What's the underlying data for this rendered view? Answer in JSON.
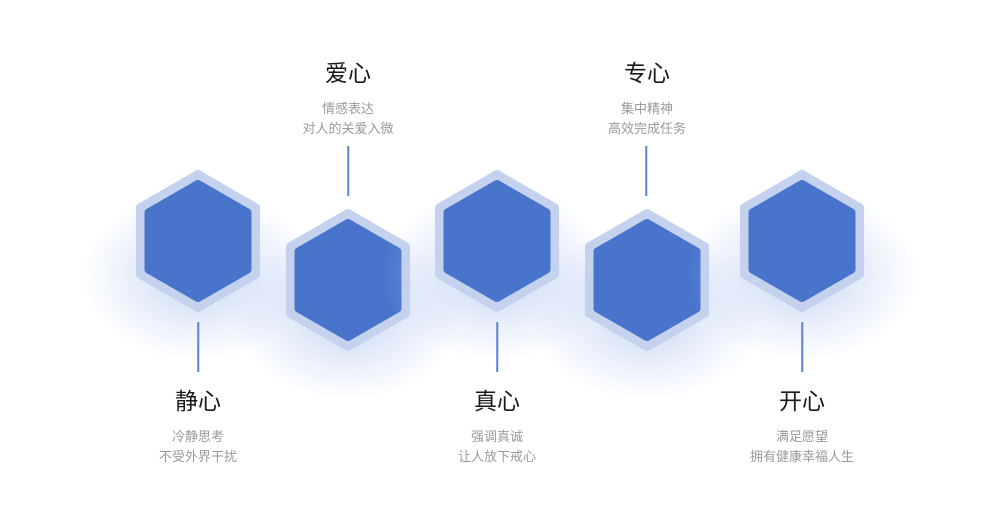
{
  "colors": {
    "hex_fill": "#4874cb",
    "hex_outer": "#c4d2ee",
    "connector": "#5b82d6",
    "title_text": "#1a1a1a",
    "desc_text": "#9a9a9a"
  },
  "items": [
    {
      "id": "jingxin",
      "title": "静心",
      "desc_line1": "冷静思考",
      "desc_line2": "不受外界干扰",
      "label_position": "bottom"
    },
    {
      "id": "aixin",
      "title": "爱心",
      "desc_line1": "情感表达",
      "desc_line2": "对人的关爱入微",
      "label_position": "top"
    },
    {
      "id": "zhenxin",
      "title": "真心",
      "desc_line1": "强调真诚",
      "desc_line2": "让人放下戒心",
      "label_position": "bottom"
    },
    {
      "id": "zhuanxin",
      "title": "专心",
      "desc_line1": "集中精神",
      "desc_line2": "高效完成任务",
      "label_position": "top"
    },
    {
      "id": "kaixin",
      "title": "开心",
      "desc_line1": "满足愿望",
      "desc_line2": "拥有健康幸福人生",
      "label_position": "bottom"
    }
  ]
}
